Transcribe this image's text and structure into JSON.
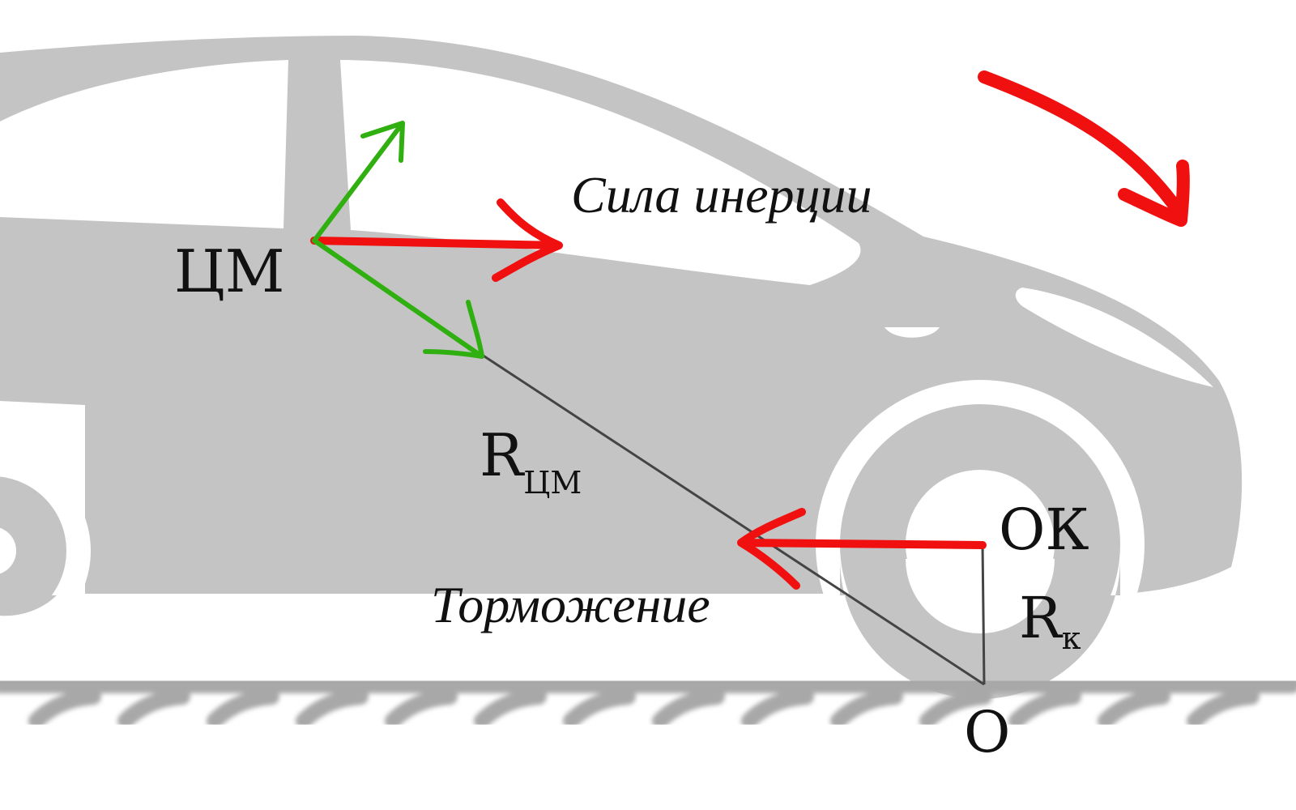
{
  "labels": {
    "center_of_mass": "ЦМ",
    "inertia_force": "Сила инерции",
    "radius_cm_main": "R",
    "radius_cm_sub": "ЦМ",
    "braking": "Торможение",
    "wheel_center": "ОК",
    "radius_wheel_main": "R",
    "radius_wheel_sub": "к",
    "contact_point": "O"
  },
  "colors": {
    "car": "#c4c4c4",
    "force_red": "#f01010",
    "force_green": "#30b010",
    "line": "#444444",
    "ground": "#a8a8a8"
  }
}
